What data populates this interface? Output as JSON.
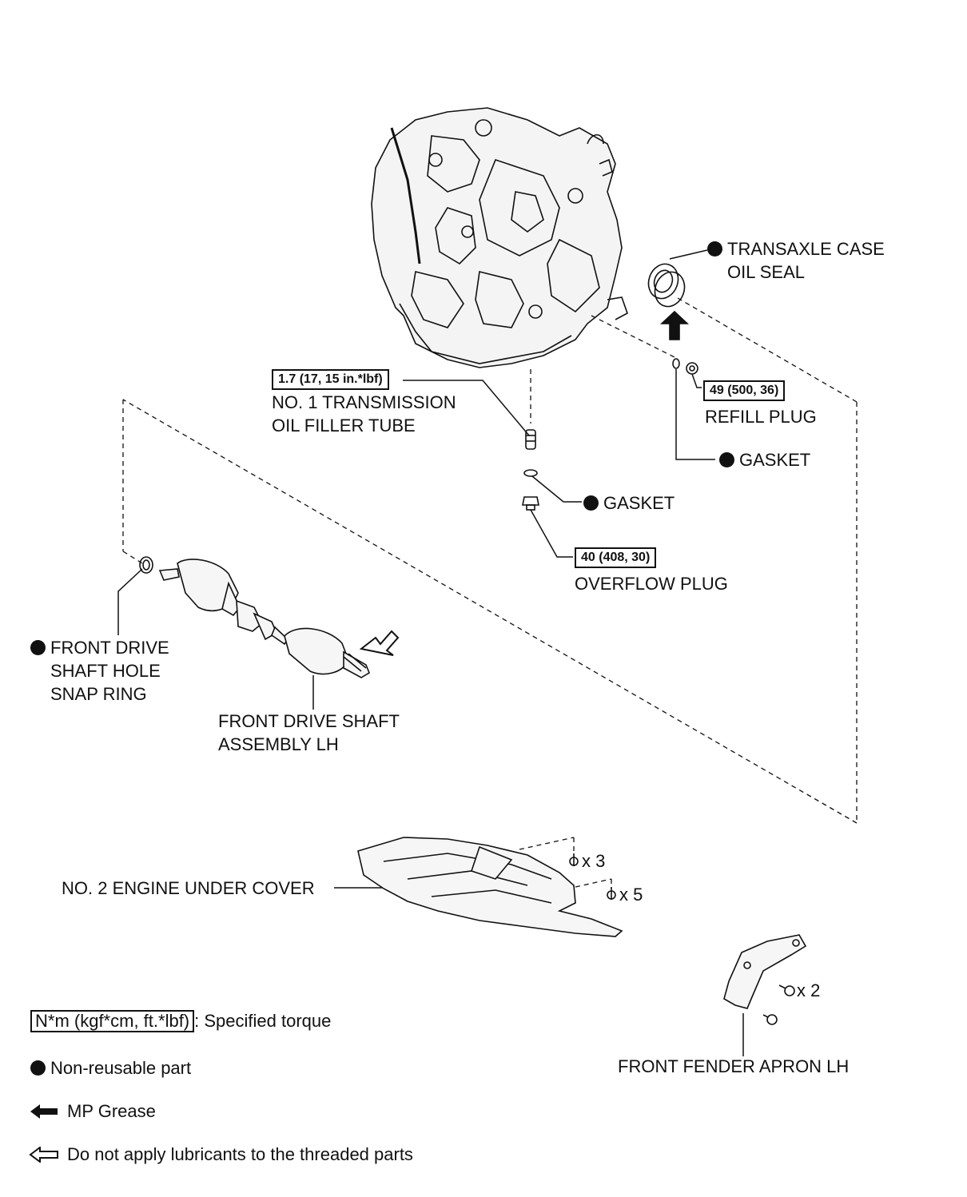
{
  "labels": {
    "oil_seal": [
      "TRANSAXLE CASE",
      "OIL SEAL"
    ],
    "filler_tube": [
      "NO. 1 TRANSMISSION",
      "OIL FILLER TUBE"
    ],
    "refill_plug": "REFILL PLUG",
    "gasket_refill": "GASKET",
    "gasket_overflow": "GASKET",
    "overflow_plug": "OVERFLOW PLUG",
    "snap_ring": [
      "FRONT DRIVE",
      "SHAFT HOLE",
      "SNAP RING"
    ],
    "drive_shaft": [
      "FRONT DRIVE SHAFT",
      "ASSEMBLY LH"
    ],
    "under_cover": "NO. 2 ENGINE UNDER COVER",
    "fender_apron": "FRONT FENDER APRON LH"
  },
  "torques": {
    "filler_tube": "1.7 (17, 15 in.*lbf)",
    "refill_plug": "49 (500, 36)",
    "overflow_plug": "40 (408, 30)"
  },
  "quantities": {
    "cover_bolts_a": "x 3",
    "cover_bolts_b": "x 5",
    "apron_screws": "x 2"
  },
  "legend": {
    "torque_box": "N*m (kgf*cm, ft.*lbf)",
    "torque_text": ": Specified torque",
    "non_reusable": "Non-reusable part",
    "mp_grease": "MP Grease",
    "no_lubricant": "Do not apply lubricants to the threaded parts"
  }
}
